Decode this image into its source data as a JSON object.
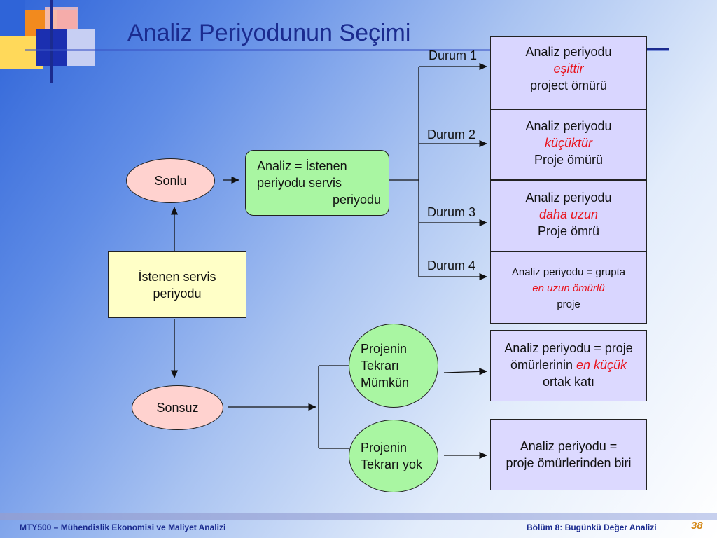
{
  "slide": {
    "title": "Analiz Periyodunun Seçimi",
    "footer_left": "MTY500 – Mühendislik Ekonomisi ve Maliyet Analizi",
    "footer_right": "Bölüm 8: Bugünkü Değer Analizi",
    "page_number": "38"
  },
  "nodes": {
    "istenen": {
      "line1": "İstenen servis",
      "line2": "periyodu"
    },
    "sonlu": "Sonlu",
    "sonsuz": "Sonsuz",
    "analiz_istenen": {
      "line1": "Analiz = İstenen",
      "line2": "periyodu   servis",
      "line3": "periyodu"
    },
    "tekrar_mumkun": {
      "line1": "Projenin",
      "line2": "Tekrarı",
      "line3": "Mümkün"
    },
    "tekrar_yok": {
      "line1": "Projenin",
      "line2": "Tekrarı yok"
    }
  },
  "cases": [
    {
      "label": "Durum 1",
      "line1": "Analiz periyodu",
      "emphasis": "eşittir",
      "line3": "project ömürü"
    },
    {
      "label": "Durum 2",
      "line1": "Analiz periyodu",
      "emphasis": "küçüktür",
      "line3": "Proje ömürü"
    },
    {
      "label": "Durum 3",
      "line1": "Analiz periyodu",
      "emphasis": "daha uzun",
      "line3": "Proje ömrü"
    },
    {
      "label": "Durum 4",
      "line1": "Analiz periyodu = grupta",
      "emphasis": "en uzun ömürlü",
      "line3": "proje"
    }
  ],
  "results": {
    "mumkun": {
      "line1": "Analiz periyodu = proje",
      "line2a": "ömürlerinin ",
      "emphasis": "en küçük",
      "line3": "ortak katı"
    },
    "yok": {
      "line1": "Analiz periyodu =",
      "line2": "proje ömürlerinden biri"
    }
  },
  "colors": {
    "title": "#1b2b8f",
    "case_box": "#d9d6ff",
    "ellipse_pink": "#ffd2cf",
    "ellipse_green": "#a9f6a2",
    "istenen_box": "#ffffc7",
    "analiz_box": "#a9f6a2",
    "emphasis": "#e8141e"
  }
}
